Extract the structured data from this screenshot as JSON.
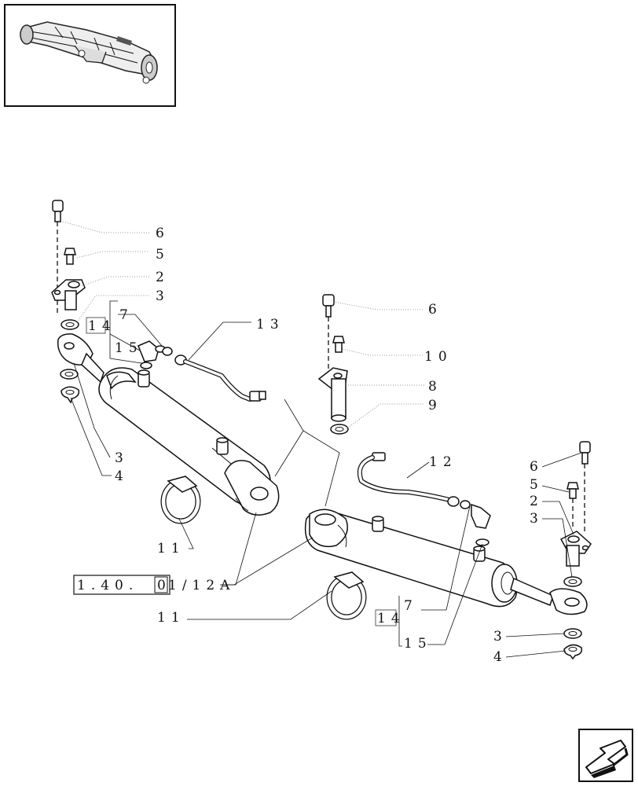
{
  "diagram": {
    "left_callouts": {
      "bolt": "6",
      "grease_nipple": "5",
      "pin": "2",
      "washer_top": "3",
      "bracket_group": "14",
      "union": "7",
      "seal": "15",
      "hose": "13",
      "washer_bottom": "3",
      "circlip": "4",
      "clamp": "11"
    },
    "center_callouts": {
      "bolt": "6",
      "grease_nipple": "10",
      "sleeve": "8",
      "washer": "9"
    },
    "right_callouts": {
      "hose": "12",
      "bolt": "6",
      "grease_nipple": "5",
      "pin": "2",
      "washer_top": "3",
      "bracket_group": "14",
      "union": "7",
      "seal": "15",
      "clamp": "11",
      "washer_bottom": "3",
      "circlip": "4"
    },
    "reference_box": {
      "prefix": "1.40.",
      "boxed_digit": "0",
      "suffix": "1/12A"
    }
  }
}
